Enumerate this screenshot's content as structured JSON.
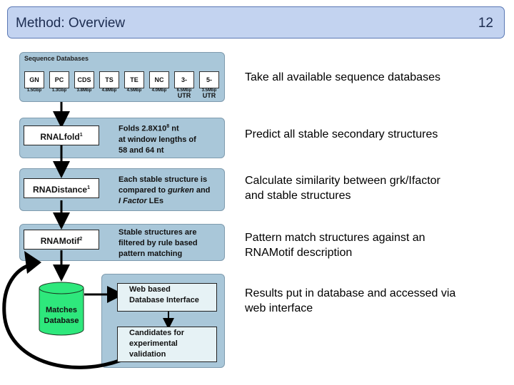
{
  "slide": {
    "title": "Method: Overview",
    "page_number": "12"
  },
  "databases": {
    "heading": "Sequence Databases",
    "items": [
      {
        "name": "GN",
        "size": "1.5Gbp"
      },
      {
        "name": "PC",
        "size": "1.3Gbp"
      },
      {
        "name": "CDS",
        "size": "3.8Mbp"
      },
      {
        "name": "TS",
        "size": "4.8Mbp"
      },
      {
        "name": "TE",
        "size": "4.5Mbp"
      },
      {
        "name": "NC",
        "size": "4.0Mbp"
      },
      {
        "name": "3-UTR",
        "size": "6.5Mbp"
      },
      {
        "name": "5-UTR",
        "size": "3.5Mbp"
      }
    ]
  },
  "steps": [
    {
      "tool": "RNALfold",
      "tool_sup": "1",
      "desc": [
        "Folds 2.8X10",
        "nt",
        "at window lengths of",
        "58 and 64 nt"
      ],
      "desc_sup": "8"
    },
    {
      "tool": "RNADistance",
      "tool_sup": "1",
      "desc": [
        "Each stable structure is",
        "compared to",
        "gurken",
        "and",
        "I Factor",
        "LEs"
      ]
    },
    {
      "tool": "RNAMotif",
      "tool_sup": "2",
      "desc": [
        "Stable structures are",
        "filtered by rule based",
        "pattern matching"
      ]
    }
  ],
  "results": {
    "cylinder_label": [
      "Matches",
      "Database"
    ],
    "web_box": [
      "Web based",
      "Database Interface"
    ],
    "candidates_box": [
      "Candidates for",
      "experimental",
      "validation"
    ]
  },
  "captions": [
    "Take all available sequence databases",
    "Predict all stable secondary structures",
    "Calculate similarity between grk/Ifactor",
    "and stable structures",
    "Pattern match structures against an",
    "RNAMotif description",
    "Results put in database and accessed via",
    "web interface"
  ],
  "colors": {
    "panel_fill": "#a9c7d9",
    "title_bar_fill": "#c3d3f0",
    "cylinder_fill": "#2ee87c",
    "box_fill": "#e6f2f5"
  }
}
